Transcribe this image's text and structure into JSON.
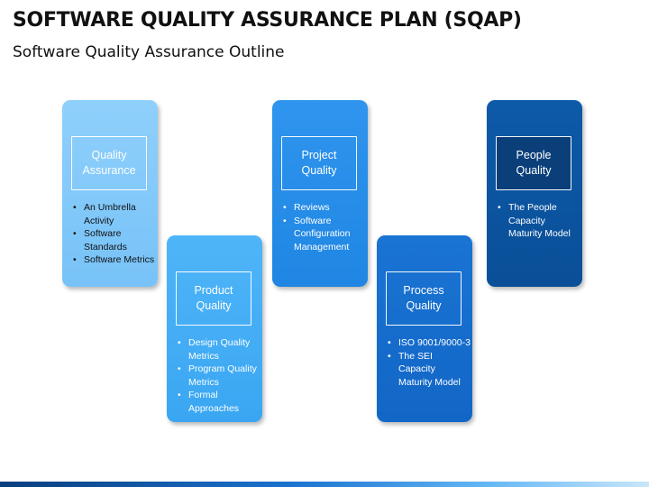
{
  "title": "SOFTWARE QUALITY ASSURANCE PLAN (SQAP)",
  "subtitle": "Software Quality Assurance Outline",
  "colors": {
    "card1": "#82c9f9",
    "card2": "#44aef5",
    "card3": "#278ee9",
    "card4": "#166dcc",
    "card5": "#0c55a0"
  },
  "cards": [
    {
      "heading": "Quality Assurance",
      "items": [
        "An Umbrella Activity",
        "Software Standards",
        "Software Metrics"
      ]
    },
    {
      "heading": "Product Quality",
      "items": [
        "Design Quality Metrics",
        "Program Quality Metrics",
        "Formal Approaches"
      ]
    },
    {
      "heading": "Project Quality",
      "items": [
        "Reviews",
        "Software Configuration Management"
      ]
    },
    {
      "heading": "Process Quality",
      "items": [
        "ISO 9001/9000-3",
        "The SEI Capacity Maturity Model"
      ]
    },
    {
      "heading": "People Quality",
      "items": [
        "The People Capacity Maturity Model"
      ]
    }
  ]
}
